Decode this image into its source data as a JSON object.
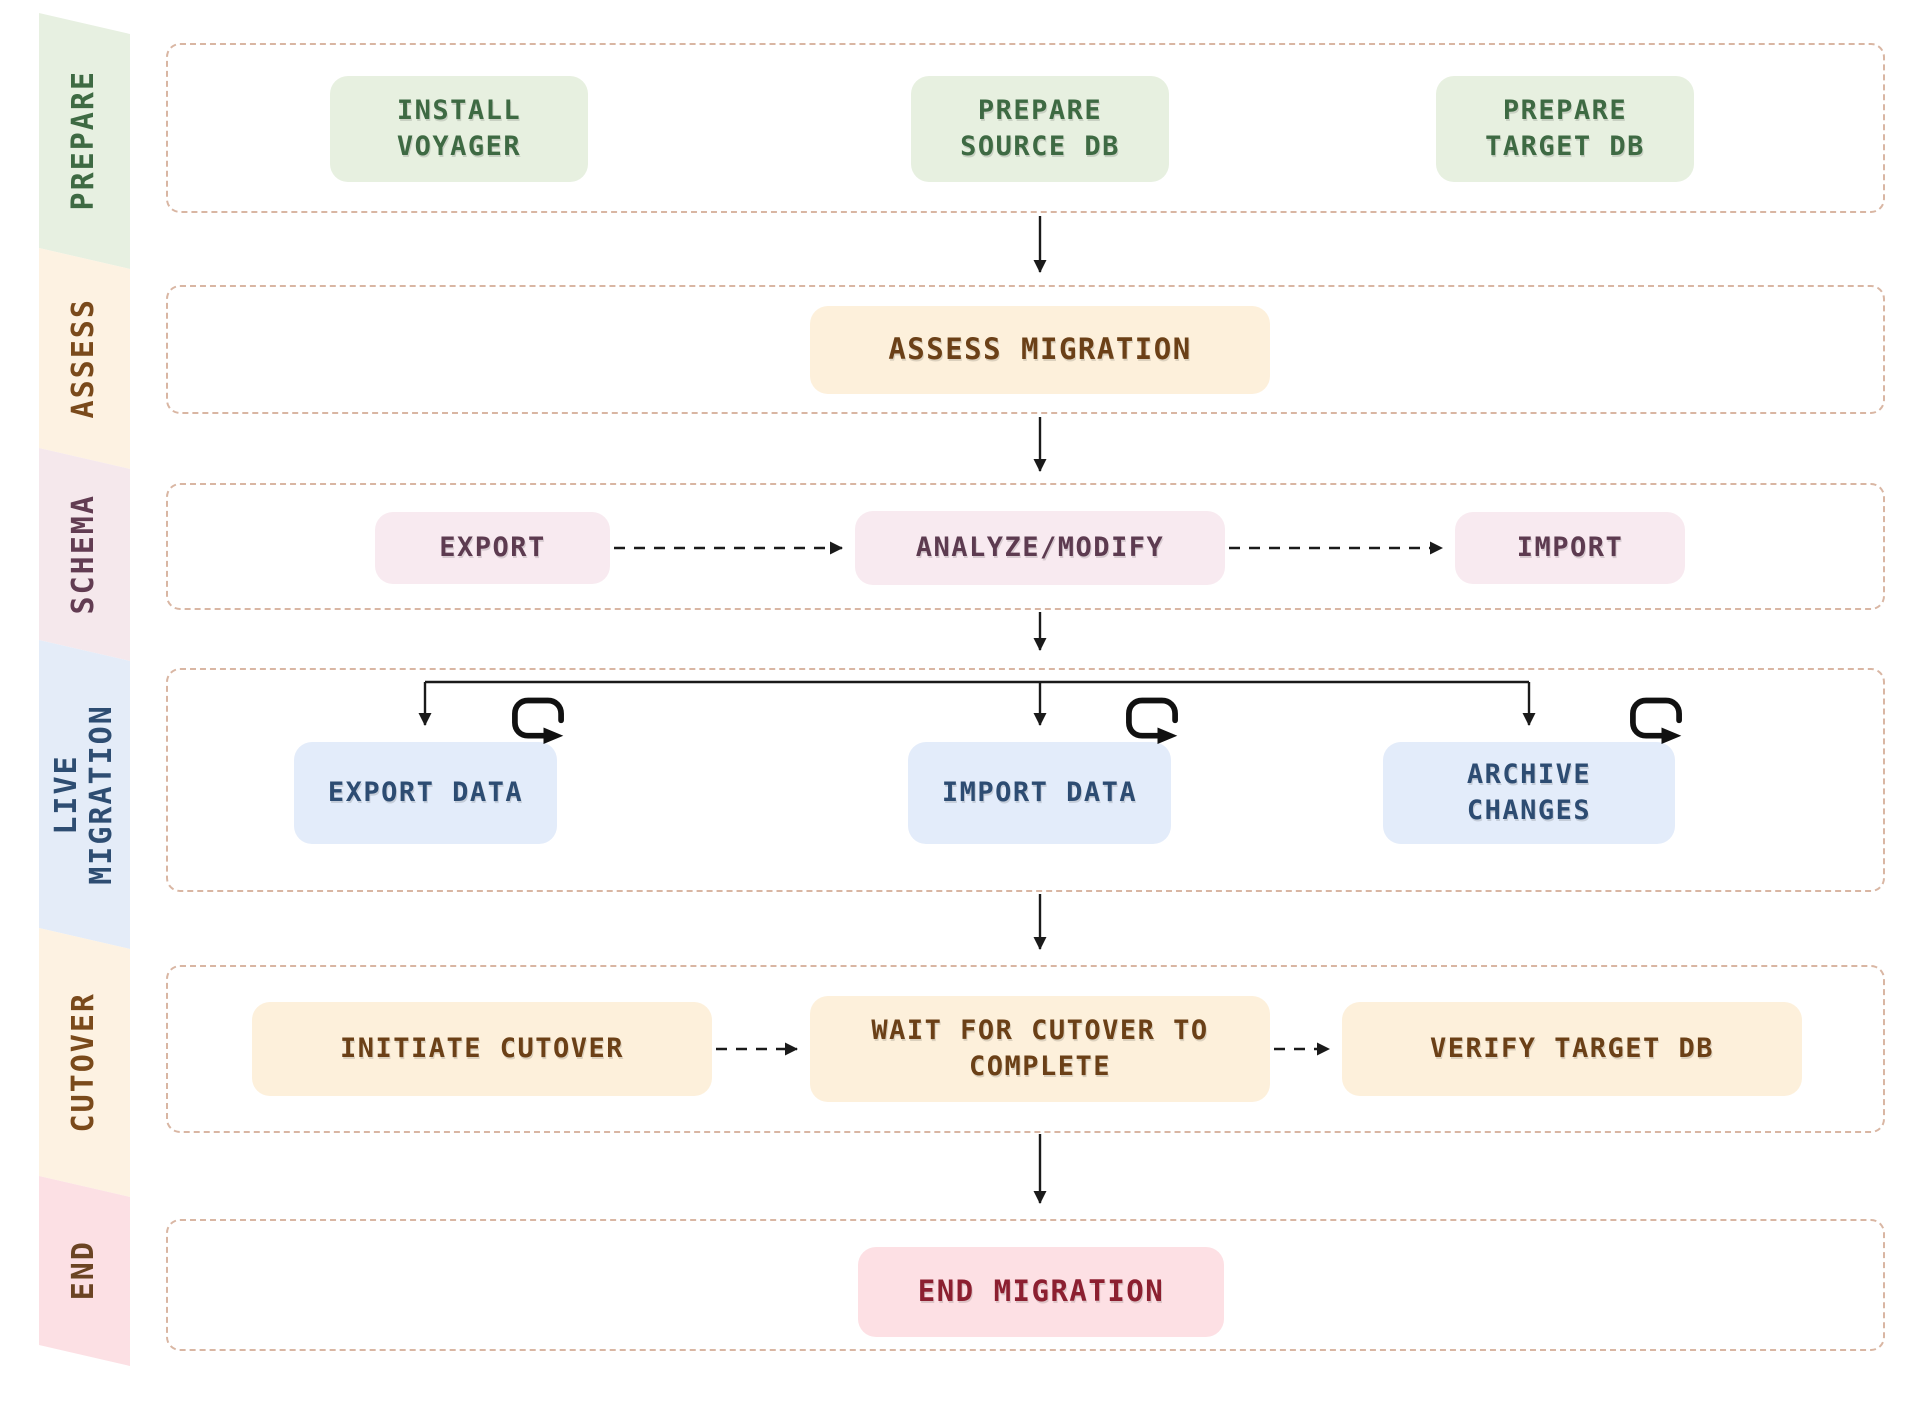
{
  "palette": {
    "page_bg": "#ffffff",
    "row_border": "#d9b6a3",
    "arrow": "#1a1a1a",
    "prepare_bg": "#e7f0e1",
    "prepare_text": "#3e6a43",
    "assess_bg": "#fdf2e2",
    "assess_text": "#7a4a1b",
    "schema_bg": "#f5e8ec",
    "schema_text": "#623c52",
    "live_bg": "#e4ecf8",
    "live_text": "#2e4d72",
    "cutover_bg": "#fdf2e2",
    "cutover_text": "#7a4a1b",
    "end_band_bg": "#fce0e4",
    "end_band_text": "#6b4423",
    "end_node_bg": "#fde0e4",
    "end_node_text": "#8c1f30"
  },
  "sidebar": {
    "phases": [
      {
        "id": "prepare",
        "label": "PREPARE"
      },
      {
        "id": "assess",
        "label": "ASSESS"
      },
      {
        "id": "schema",
        "label": "SCHEMA"
      },
      {
        "id": "live-migration",
        "label": "LIVE\nMIGRATION"
      },
      {
        "id": "cutover",
        "label": "CUTOVER"
      },
      {
        "id": "end",
        "label": "END"
      }
    ]
  },
  "nodes": {
    "install_voyager": "INSTALL\nVOYAGER",
    "prepare_source_db": "PREPARE\nSOURCE DB",
    "prepare_target_db": "PREPARE\nTARGET DB",
    "assess_migration": "ASSESS MIGRATION",
    "export_schema": "EXPORT",
    "analyze_modify": "ANALYZE/MODIFY",
    "import_schema": "IMPORT",
    "export_data": "EXPORT DATA",
    "import_data": "IMPORT DATA",
    "archive_changes": "ARCHIVE\nCHANGES",
    "initiate_cutover": "INITIATE CUTOVER",
    "wait_for_cutover": "WAIT FOR CUTOVER TO\nCOMPLETE",
    "verify_target_db": "VERIFY TARGET DB",
    "end_migration": "END MIGRATION"
  },
  "edges": [
    {
      "from": "prepare-row",
      "to": "assess_migration",
      "style": "solid"
    },
    {
      "from": "assess_migration",
      "to": "analyze_modify",
      "style": "solid"
    },
    {
      "from": "export_schema",
      "to": "analyze_modify",
      "style": "dashed"
    },
    {
      "from": "analyze_modify",
      "to": "import_schema",
      "style": "dashed"
    },
    {
      "from": "analyze_modify",
      "to": "export_data",
      "style": "solid-branch"
    },
    {
      "from": "analyze_modify",
      "to": "import_data",
      "style": "solid-branch"
    },
    {
      "from": "analyze_modify",
      "to": "archive_changes",
      "style": "solid-branch"
    },
    {
      "from": "live-migration-row",
      "to": "wait_for_cutover",
      "style": "solid"
    },
    {
      "from": "initiate_cutover",
      "to": "wait_for_cutover",
      "style": "dashed"
    },
    {
      "from": "wait_for_cutover",
      "to": "verify_target_db",
      "style": "dashed"
    },
    {
      "from": "cutover-row",
      "to": "end_migration",
      "style": "solid"
    },
    {
      "loop_on": [
        "export_data",
        "import_data",
        "archive_changes"
      ]
    }
  ]
}
